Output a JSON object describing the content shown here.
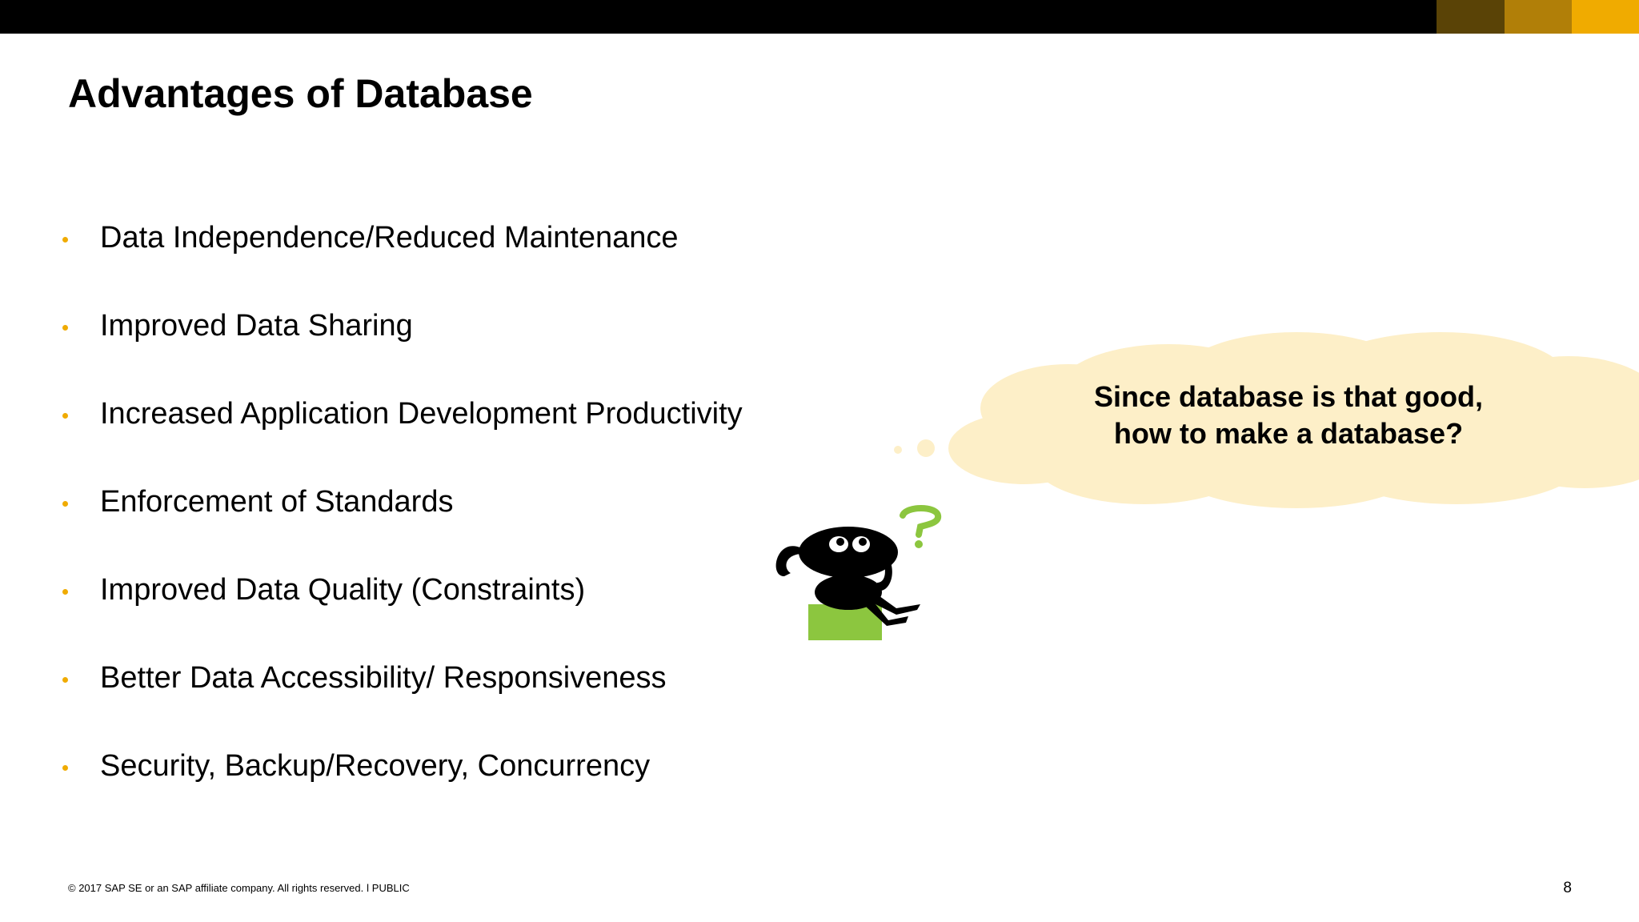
{
  "header": {
    "brand_colors": [
      "#5a4306",
      "#b17f08",
      "#f0ab00"
    ]
  },
  "title": "Advantages of Database",
  "bullets": {
    "color": "#f0ab00",
    "items": [
      "Data Independence/Reduced Maintenance",
      "Improved Data Sharing",
      "Increased Application Development Productivity",
      "Enforcement of Standards",
      "Improved Data Quality (Constraints)",
      "Better Data Accessibility/ Responsiveness",
      "Security, Backup/Recovery, Concurrency"
    ]
  },
  "thought_bubble": {
    "line1": "Since database is that good,",
    "line2": "how to make a database?",
    "fill": "#fdefc8"
  },
  "figure": {
    "icon": "thinking-person-icon",
    "question_mark_color": "#8cc63f",
    "seat_color": "#8cc63f"
  },
  "footer": {
    "copyright": "© 2017 SAP SE or an SAP affiliate company. All rights reserved.  ǀ  PUBLIC",
    "page_number": "8"
  }
}
